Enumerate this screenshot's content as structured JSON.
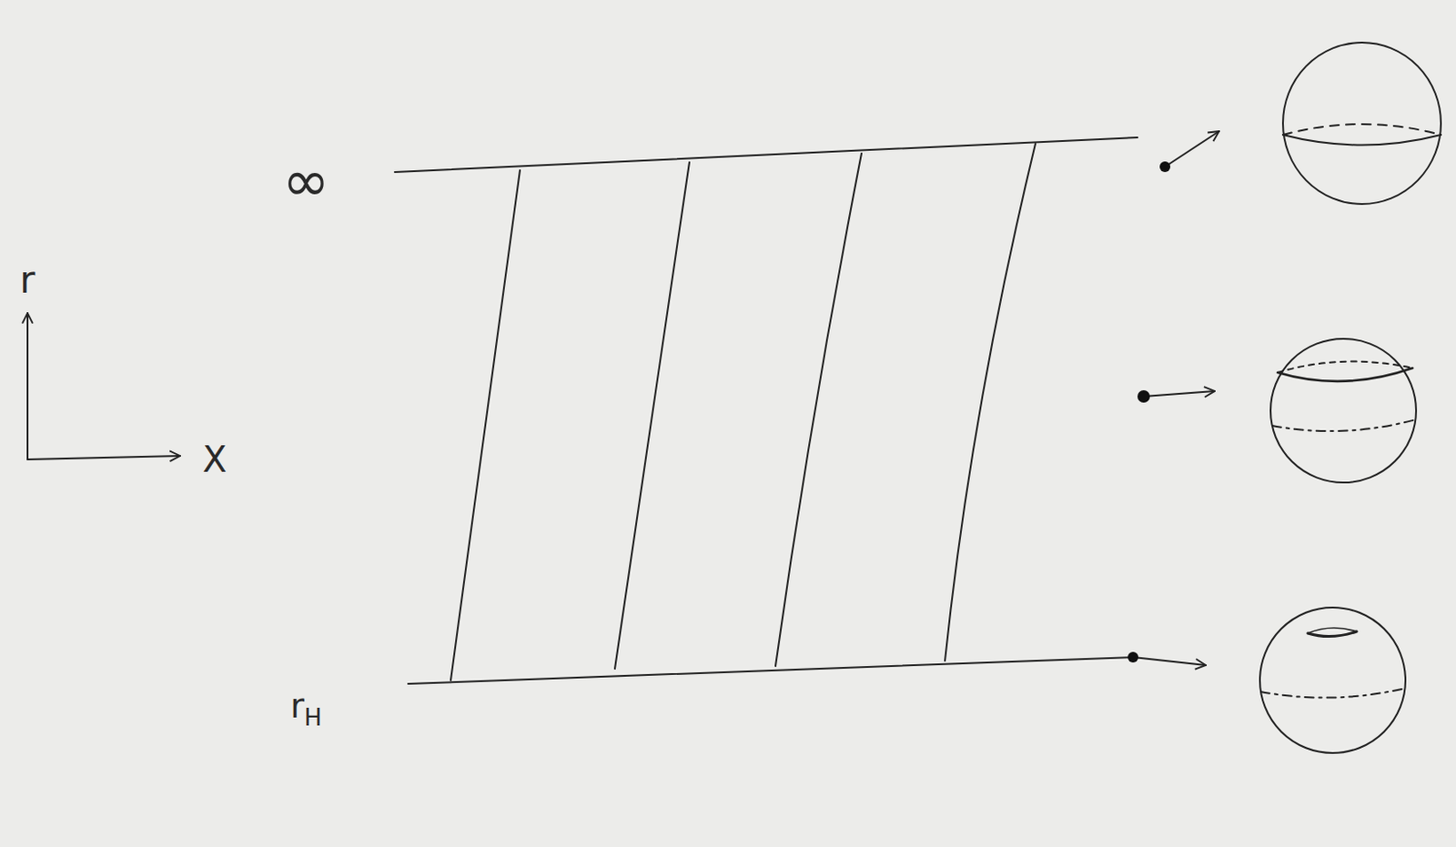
{
  "diagram": {
    "labels": [
      "∞",
      "r",
      "X",
      "rH"
    ]
  }
}
